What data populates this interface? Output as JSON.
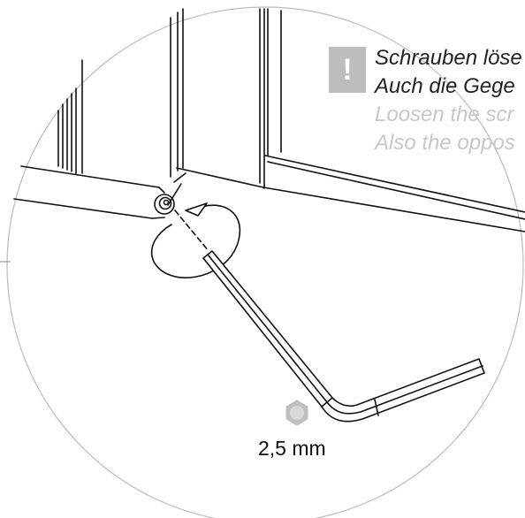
{
  "instructions": {
    "de_line1": "Schrauben löse",
    "de_line2": "Auch die Gege",
    "en_line1": "Loosen the scr",
    "en_line2": "Also the oppos"
  },
  "warning_symbol": "!",
  "tool": {
    "size_label": "2,5 mm",
    "icon": "hex-key-icon"
  },
  "colors": {
    "line": "#111111",
    "circle": "#bbbbbb",
    "warning_box": "#bdbdbd",
    "english_text": "#c7c7c7"
  }
}
